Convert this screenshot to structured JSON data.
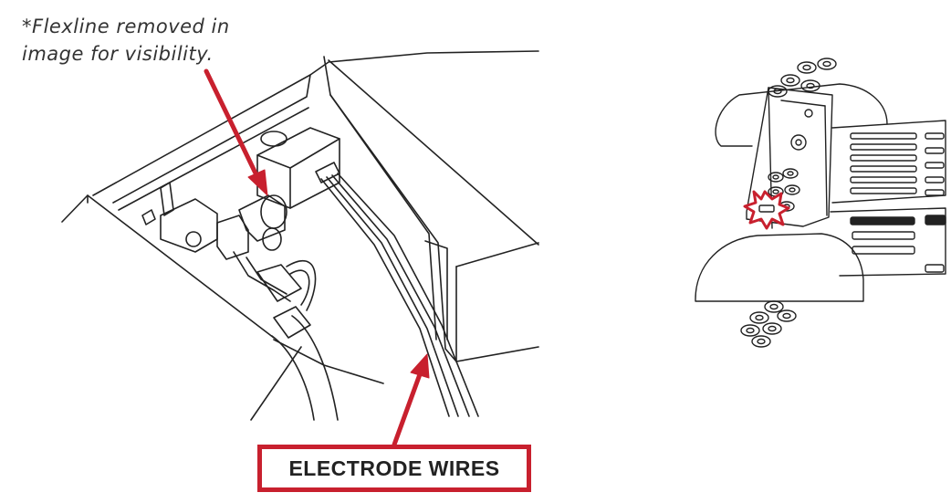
{
  "note": {
    "line1": "*Flexline removed in",
    "line2": "image for visibility."
  },
  "callout": {
    "label": "ELECTRODE WIRES"
  },
  "colors": {
    "accent": "#c8202e",
    "line": "#222222"
  }
}
